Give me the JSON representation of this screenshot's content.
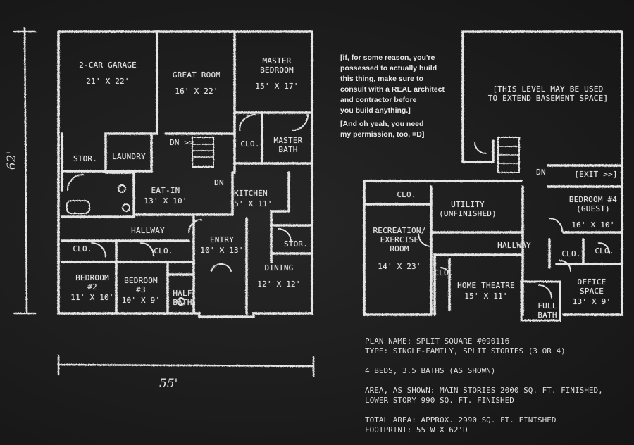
{
  "main_level": {
    "rooms": [
      {
        "name": "2-CAR GARAGE",
        "dims": "21' X 22'"
      },
      {
        "name": "GREAT ROOM",
        "dims": "16' X 22'"
      },
      {
        "name": "MASTER\nBEDROOM",
        "dims": "15' X 17'"
      },
      {
        "name": "STOR.",
        "dims": ""
      },
      {
        "name": "LAUNDRY",
        "dims": ""
      },
      {
        "name": "DN >>",
        "dims": ""
      },
      {
        "name": "CLO.",
        "dims": ""
      },
      {
        "name": "MASTER\nBATH",
        "dims": ""
      },
      {
        "name": "EAT-IN",
        "dims": "13' X 10'"
      },
      {
        "name": "DN",
        "dims": ""
      },
      {
        "name": "KITCHEN",
        "dims": "15' X 11'"
      },
      {
        "name": "HALLWAY",
        "dims": ""
      },
      {
        "name": "ENTRY",
        "dims": "10' X 13'"
      },
      {
        "name": "STOR.",
        "dims": ""
      },
      {
        "name": "CLO.",
        "dims": ""
      },
      {
        "name": "CLO.",
        "dims": ""
      },
      {
        "name": "DINING",
        "dims": "12' X 12'"
      },
      {
        "name": "BEDROOM\n#2",
        "dims": "11' X 10'"
      },
      {
        "name": "BEDROOM\n#3",
        "dims": "10' X 9'"
      },
      {
        "name": "HALF\nBATH",
        "dims": ""
      }
    ],
    "dimension_height": "62'",
    "dimension_width": "55'"
  },
  "lower_level": {
    "rooms": [
      {
        "name": "[THIS LEVEL MAY BE USED\nTO EXTEND BASEMENT SPACE]",
        "dims": ""
      },
      {
        "name": "DN",
        "dims": ""
      },
      {
        "name": "[EXIT >>]",
        "dims": ""
      },
      {
        "name": "CLO.",
        "dims": ""
      },
      {
        "name": "UTILITY\n(UNFINISHED)",
        "dims": ""
      },
      {
        "name": "BEDROOM #4\n(GUEST)",
        "dims": "16' X 10'"
      },
      {
        "name": "RECREATION/\nEXERCISE\nROOM",
        "dims": "14' X 23'"
      },
      {
        "name": "HALLWAY",
        "dims": ""
      },
      {
        "name": "CLO.",
        "dims": ""
      },
      {
        "name": "CLO.",
        "dims": ""
      },
      {
        "name": "CLO.",
        "dims": ""
      },
      {
        "name": "HOME THEATRE",
        "dims": "15' X 11'"
      },
      {
        "name": "OFFICE\nSPACE",
        "dims": "13' X 9'"
      },
      {
        "name": "FULL\nBATH",
        "dims": ""
      }
    ]
  },
  "note": {
    "paragraph1": "[if, for some reason, you're\npossessed to actually build\nthis thing, make sure to\nconsult with a REAL architect\nand contractor before\nyou build anything.]",
    "paragraph2": "[And oh yeah, you need\nmy permission, too. =D]"
  },
  "plan_info": {
    "name_line": "PLAN NAME: SPLIT SQUARE #090116",
    "type_line": "TYPE: SINGLE-FAMILY, SPLIT STORIES (3 OR 4)",
    "beds_line": "4 BEDS, 3.5 BATHS (AS SHOWN)",
    "area_line1": "AREA, AS SHOWN: MAIN STORIES 2000 SQ. FT. FINISHED,",
    "area_line2": "LOWER STORY 990 SQ. FT. FINISHED",
    "total_line": "TOTAL AREA: APPROX. 2990 SQ. FT. FINISHED",
    "footprint_line": "FOOTPRINT: 55'W X 62'D"
  },
  "colors": {
    "background": "#1c1c1c",
    "chalk": "#e6e6e6"
  }
}
